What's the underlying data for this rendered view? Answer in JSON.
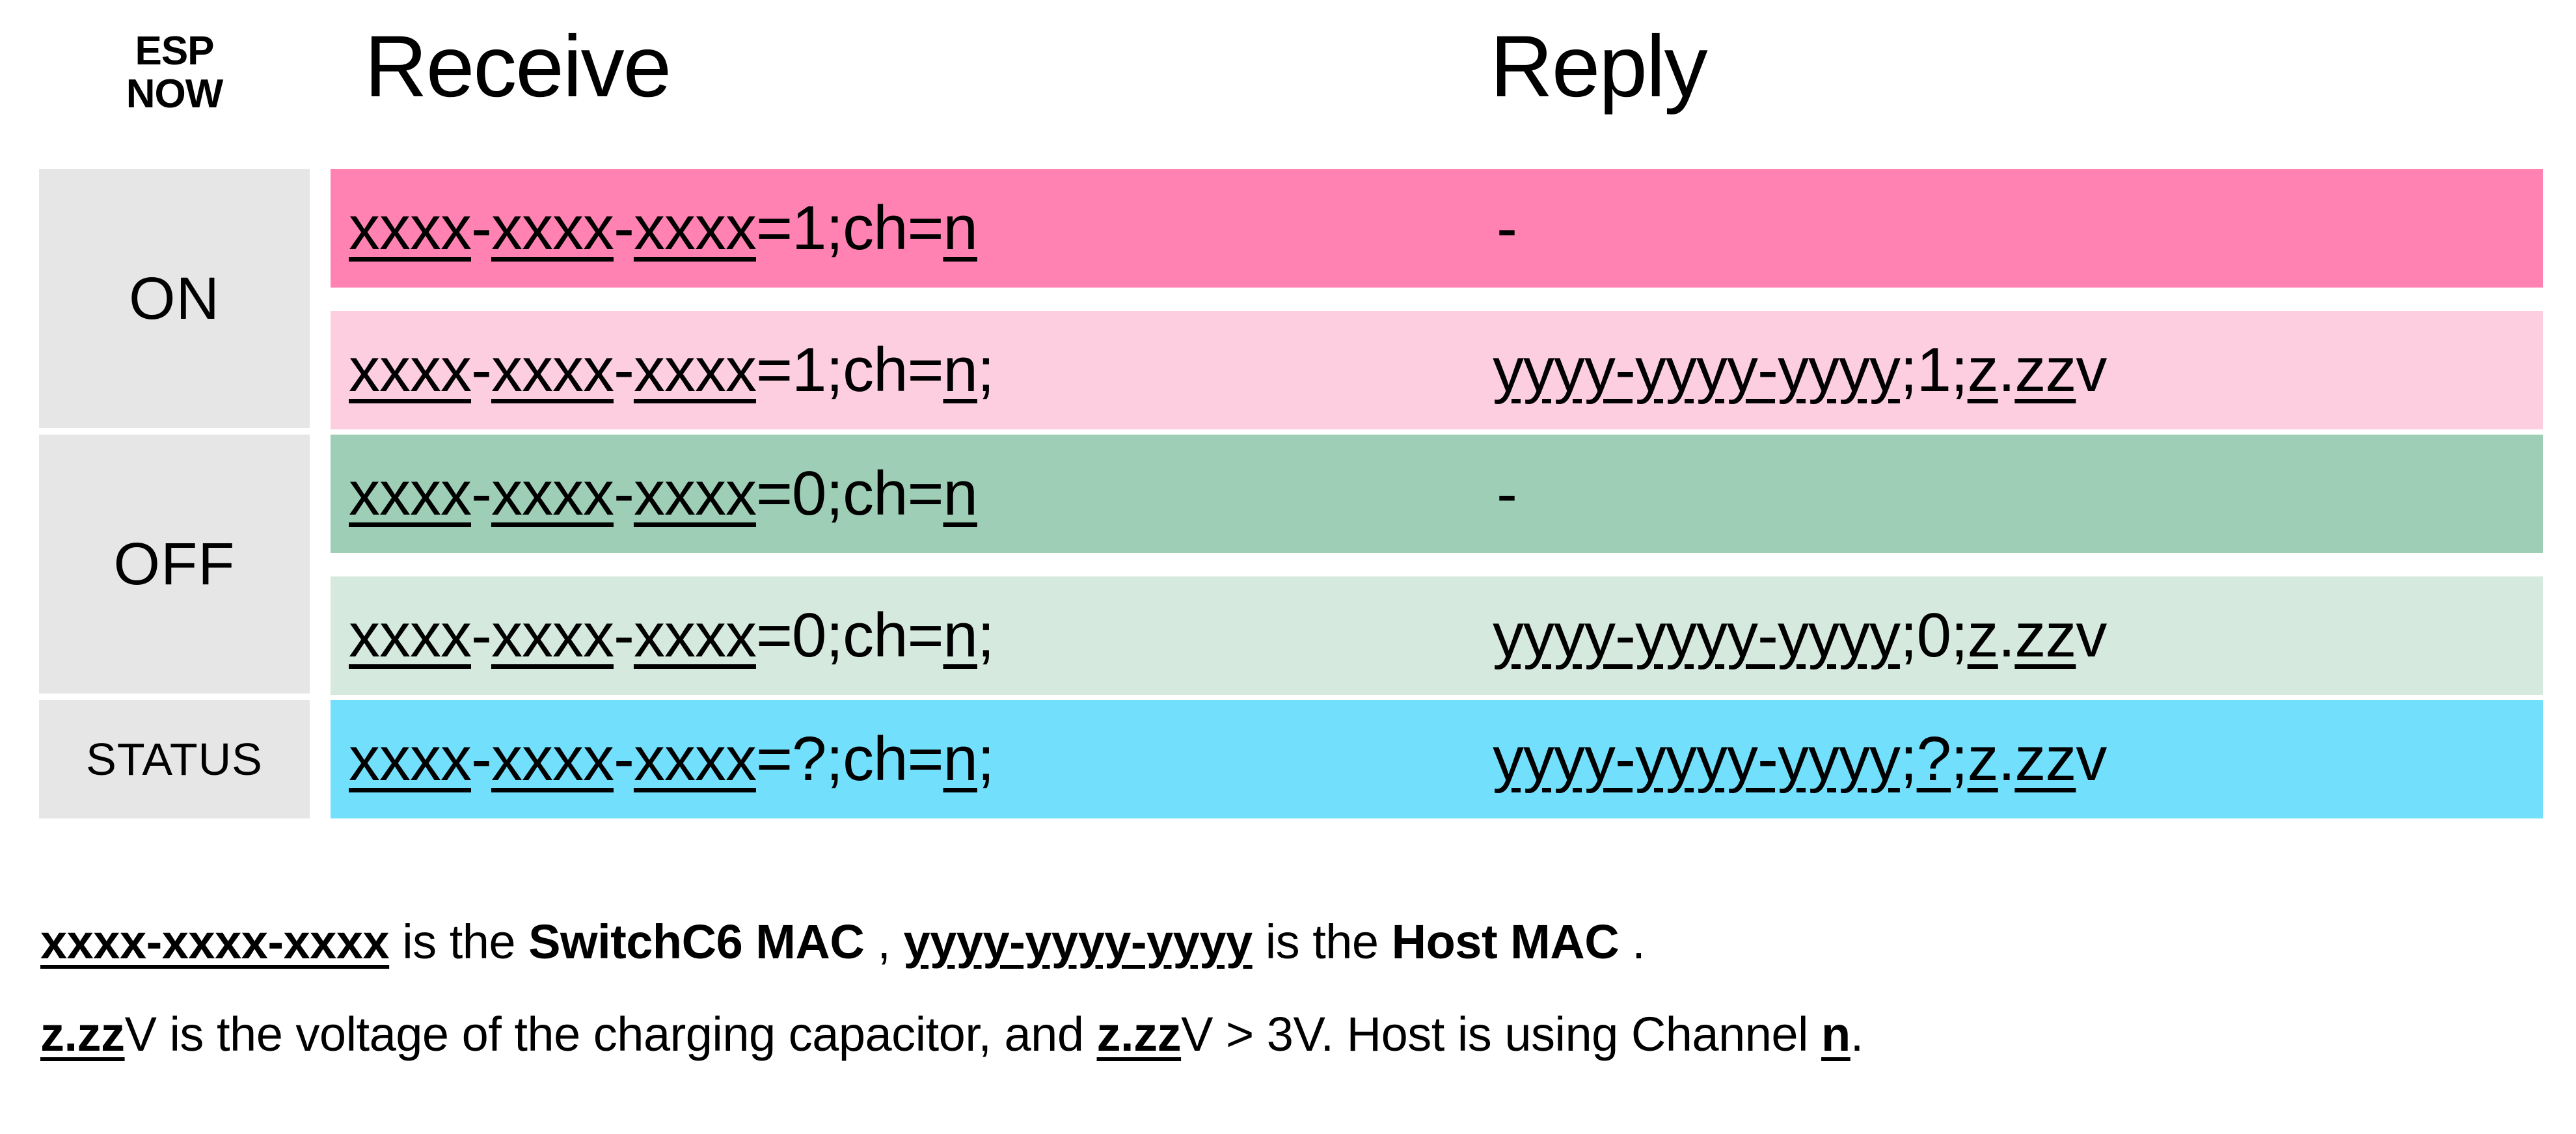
{
  "table": {
    "header": {
      "corner_line1": "ESP",
      "corner_line2": "NOW",
      "col_receive": "Receive",
      "col_reply": "Reply"
    },
    "row_labels": [
      {
        "id": "on",
        "text": "ON",
        "rowspan": 2,
        "bg": "#e6e6e6"
      },
      {
        "id": "off",
        "text": "OFF",
        "rowspan": 2,
        "bg": "#e6e6e6"
      },
      {
        "id": "status",
        "text": "STATUS",
        "rowspan": 1,
        "bg": "#e6e6e6"
      }
    ],
    "rows": [
      {
        "group": "ON",
        "bg": "#ff82b2",
        "receive": {
          "mac": "xxxx-xxxx-xxxx",
          "rest": "=1;ch=",
          "channel": "n",
          "tail": ""
        },
        "receive_full": "xxxx-xxxx-xxxx=1;ch=n",
        "reply_full": "-"
      },
      {
        "group": "ON",
        "bg": "#fccee0",
        "receive": {
          "mac": "xxxx-xxxx-xxxx",
          "rest": "=1;ch=",
          "channel": "n",
          "tail": ";"
        },
        "receive_full": "xxxx-xxxx-xxxx=1;ch=n;",
        "reply": {
          "mac": "yyyy-yyyy-yyyy",
          "sep1": ";",
          "state": "1",
          "sep2": ";",
          "volt_int": "z",
          "dot": ".",
          "volt_dec": "zz",
          "unit": "v"
        },
        "reply_full": "yyyy-yyyy-yyyy;1;z.zzv"
      },
      {
        "group": "OFF",
        "bg": "#9ecfb6",
        "receive": {
          "mac": "xxxx-xxxx-xxxx",
          "rest": "=0;ch=",
          "channel": "n",
          "tail": ""
        },
        "receive_full": "xxxx-xxxx-xxxx=0;ch=n",
        "reply_full": "-"
      },
      {
        "group": "OFF",
        "bg": "#d6e9de",
        "receive": {
          "mac": "xxxx-xxxx-xxxx",
          "rest": "=0;ch=",
          "channel": "n",
          "tail": ";"
        },
        "receive_full": "xxxx-xxxx-xxxx=0;ch=n;",
        "reply": {
          "mac": "yyyy-yyyy-yyyy",
          "sep1": ";",
          "state": "0",
          "sep2": ";",
          "volt_int": "z",
          "dot": ".",
          "volt_dec": "zz",
          "unit": "v"
        },
        "reply_full": "yyyy-yyyy-yyyy;0;z.zzv"
      },
      {
        "group": "STATUS",
        "bg": "#72dffc",
        "receive": {
          "mac": "xxxx-xxxx-xxxx",
          "rest": "=?;ch=",
          "channel": "n",
          "tail": ";"
        },
        "receive_full": "xxxx-xxxx-xxxx=?;ch=n;",
        "reply": {
          "mac": "yyyy-yyyy-yyyy",
          "sep1": ";",
          "state": "?",
          "sep2": ";",
          "volt_int": "z",
          "dot": ".",
          "volt_dec": "zz",
          "unit": "v"
        },
        "reply_full": "yyyy-yyyy-yyyy;?;z.zzv"
      }
    ],
    "mac_parts": {
      "p1": "xxxx",
      "d1": "-",
      "p2": "xxxx",
      "d2": "-",
      "p3": "xxxx"
    }
  },
  "notes": {
    "line1": {
      "t1": "xxxx-xxxx-xxxx",
      "t2": " is the ",
      "t3": "SwitchC6 MAC",
      "t4": " ,  ",
      "t5": "yyyy-yyyy-yyyy",
      "t6": " is the ",
      "t7": "Host MAC",
      "t8": " .",
      "full": "xxxx-xxxx-xxxx is the SwitchC6 MAC ,  yyyy-yyyy-yyyy is the Host MAC ."
    },
    "line2": {
      "t1": "z.zz",
      "t2": "V is the voltage of the charging capacitor, and ",
      "t3": "z.zz",
      "t4": "V > 3V.  Host is using Channel ",
      "t5": "n",
      "t6": ".",
      "full": "z.zzV is the voltage of the charging capacitor, and z.zzV > 3V.  Host is using Channel n."
    }
  },
  "colors": {
    "label_bg": "#e6e6e6",
    "on_primary": "#ff82b2",
    "on_secondary": "#fccee0",
    "off_primary": "#9ecfb6",
    "off_secondary": "#d6e9de",
    "status": "#72dffc",
    "page_bg": "#ffffff",
    "text": "#000000"
  }
}
